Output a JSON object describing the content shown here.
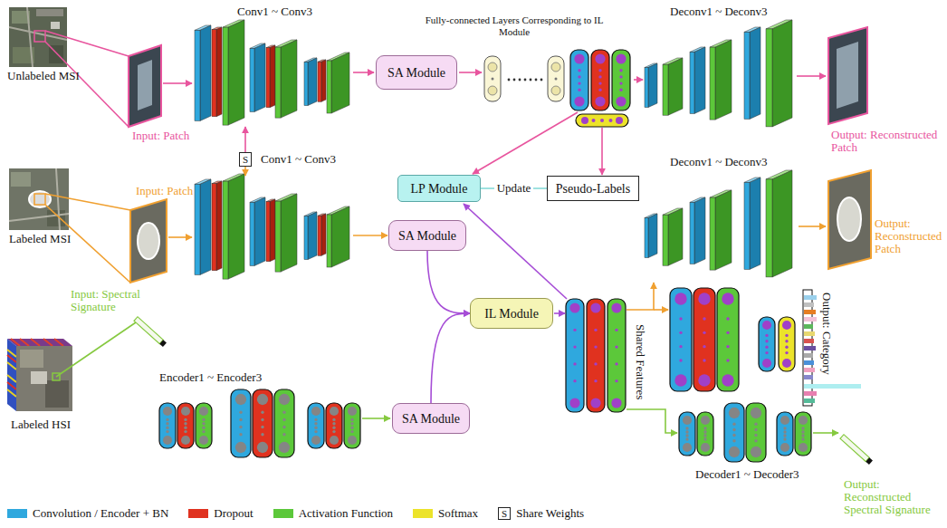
{
  "diagram": {
    "nodes": [
      {
        "text": [
          "SA Module"
        ]
      },
      {
        "text": [
          "LP Module"
        ]
      },
      {
        "text": [
          "Pseudo-Labels"
        ]
      },
      {
        "text": [
          "S"
        ]
      },
      {
        "text": [
          "SA Module"
        ]
      },
      {
        "text": [
          "IL Module"
        ]
      },
      {
        "text": [
          "SA Module"
        ]
      }
    ],
    "edges": [
      {
        "from": 4,
        "to": 5,
        "arrow": "to"
      },
      {
        "from": 6,
        "to": 5,
        "arrow": "to"
      },
      {
        "from": 1,
        "to": 2,
        "label": "Update",
        "arrow": "none"
      }
    ],
    "labels": [
      "Unlabeled MSI",
      "Input: Patch",
      "Conv1 ~ Conv3",
      "Fully-connected Layers Corresponding to IL Module",
      "Deconv1 ~ Deconv3",
      "Output: Reconstructed Patch",
      "Labeled MSI",
      "Input: Patch",
      "Conv1 ~ Conv3",
      "Deconv1 ~ Deconv3",
      "Output: Reconstructed Patch",
      "Input: Spectral Signature",
      "Labeled HSI",
      "Encoder1 ~ Encoder3",
      "Shared Features",
      "Output: Category",
      "Decoder1 ~ Decoder3",
      "Output: Reconstructed Spectral Signature",
      "S"
    ],
    "legend": [
      {
        "text": "Convolution / Encoder + BN",
        "color": "#2fa8de"
      },
      {
        "text": "Dropout",
        "color": "#e0321f"
      },
      {
        "text": "Activation Function",
        "color": "#5cc83a"
      },
      {
        "text": "Softmax",
        "color": "#ece32a"
      },
      {
        "text": "Share Weights"
      }
    ]
  }
}
